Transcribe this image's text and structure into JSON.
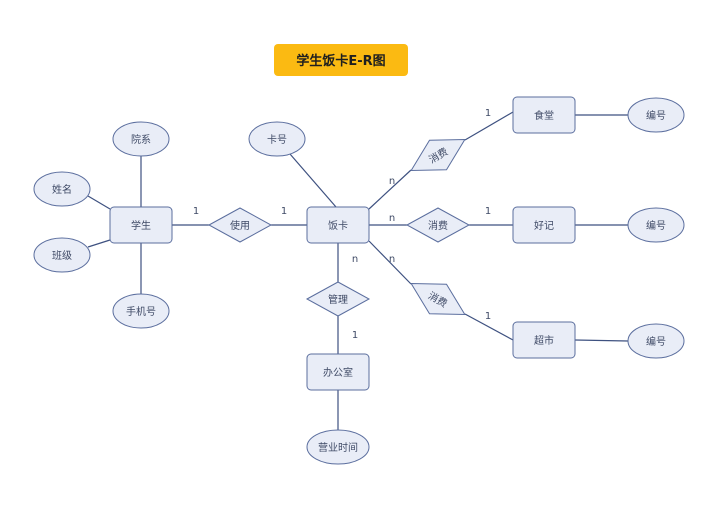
{
  "title": "学生饭卡E-R图",
  "entities": {
    "student": "学生",
    "card": "饭卡",
    "canteen": "食堂",
    "haoji": "好记",
    "supermarket": "超市",
    "office": "办公室"
  },
  "attributes": {
    "department": "院系",
    "name": "姓名",
    "class": "班级",
    "phone": "手机号",
    "card_no": "卡号",
    "canteen_id": "编号",
    "haoji_id": "编号",
    "supermarket_id": "编号",
    "business_hours": "营业时间"
  },
  "relationships": {
    "use": "使用",
    "consume_canteen": "消费",
    "consume_haoji": "消费",
    "consume_supermarket": "消费",
    "manage": "管理"
  },
  "cardinalities": {
    "student_use": "1",
    "use_card": "1",
    "card_consume_canteen": "n",
    "consume_canteen_canteen": "1",
    "card_consume_haoji": "n",
    "consume_haoji_haoji": "1",
    "card_consume_supermarket": "n",
    "consume_supermarket_supermarket": "1",
    "card_manage": "n",
    "manage_office": "1"
  },
  "colors": {
    "title_bg": "#fbba12",
    "node_fill": "#e9edf7",
    "node_stroke": "#5b6e9e",
    "line": "#3e5180",
    "text": "#3f4a66"
  }
}
